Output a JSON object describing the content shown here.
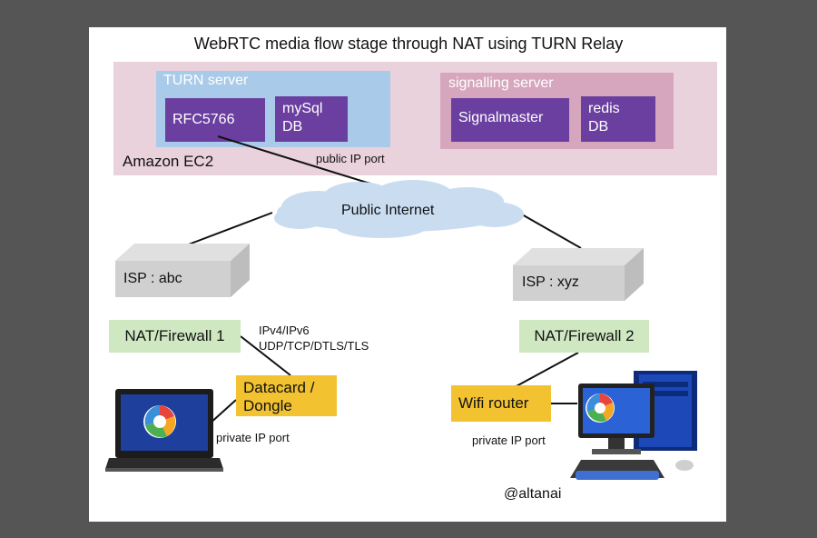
{
  "title": "WebRTC media flow stage through NAT using TURN Relay",
  "ec2": {
    "label": "Amazon EC2",
    "turn": {
      "label": "TURN server",
      "rfc": "RFC5766",
      "db_line1": "mySql",
      "db_line2": "DB"
    },
    "signalling": {
      "label": "signalling server",
      "app": "Signalmaster",
      "db_line1": "redis",
      "db_line2": "DB"
    }
  },
  "labels": {
    "public_ip": "public IP port",
    "internet": "Public Internet",
    "protocols_line1": "IPv4/IPv6",
    "protocols_line2": "UDP/TCP/DTLS/TLS",
    "private_ip_left": "private IP port",
    "private_ip_right": "private IP port",
    "credit": "@altanai"
  },
  "left": {
    "isp": "ISP : abc",
    "nat": "NAT/Firewall 1",
    "dongle_line1": "Datacard /",
    "dongle_line2": "Dongle"
  },
  "right": {
    "isp": "ISP : xyz",
    "nat": "NAT/Firewall 2",
    "router": "Wifi router"
  },
  "colors": {
    "ec2_bg": "#ead2dc",
    "turn_bg": "#a9cbe9",
    "signalling_bg": "#d5a6bd",
    "purple_box": "#6b3fa0",
    "nat_green": "#cfe8c2",
    "device_yellow": "#f2c230"
  }
}
